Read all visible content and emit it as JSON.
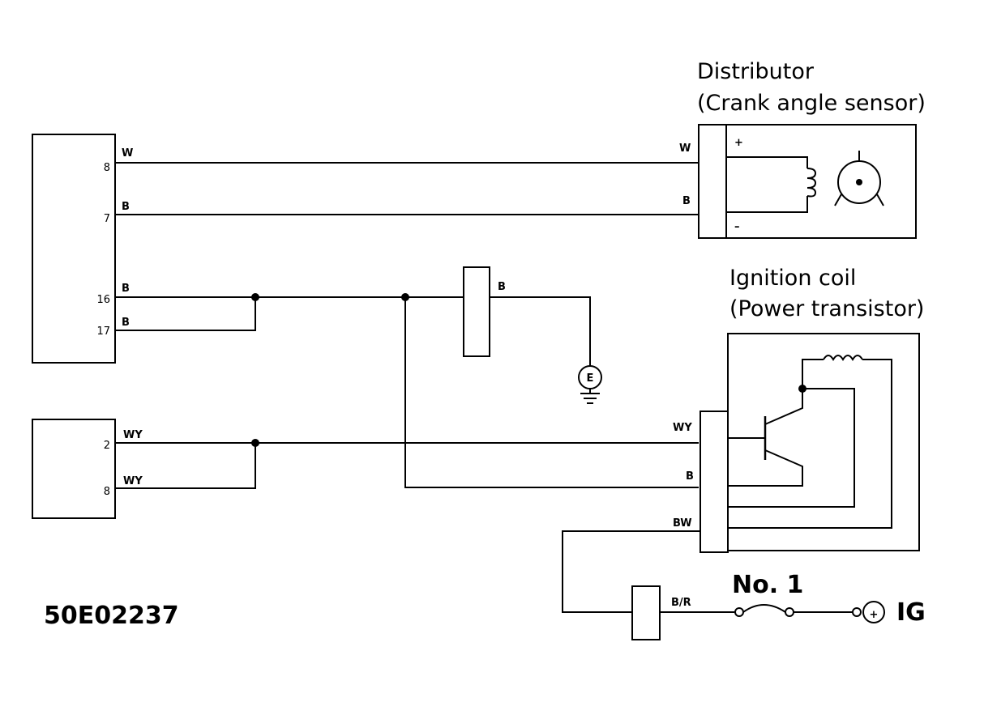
{
  "components": {
    "distributor": {
      "title_line1": "Distributor",
      "title_line2": "(Crank angle sensor)",
      "plus": "+",
      "minus": "–"
    },
    "ignition_coil": {
      "title_line1": "Ignition coil",
      "title_line2": "(Power transistor)"
    },
    "ground": {
      "label": "E"
    },
    "fuse": {
      "label": "No. 1"
    },
    "ig": {
      "label": "IG",
      "plus": "+"
    }
  },
  "pins": {
    "ecu_top": [
      "8",
      "7",
      "16",
      "17"
    ],
    "ecu_bottom": [
      "2",
      "8"
    ]
  },
  "wires": {
    "w_top": "W",
    "b_top": "B",
    "b_16": "B",
    "b_17": "B",
    "w_dist": "W",
    "b_dist": "B",
    "b_ground": "B",
    "wy_2": "WY",
    "wy_8": "WY",
    "wy_coil": "WY",
    "b_coil": "B",
    "bw_coil": "BW",
    "br_fuse": "B/R"
  },
  "code": "50E02237"
}
